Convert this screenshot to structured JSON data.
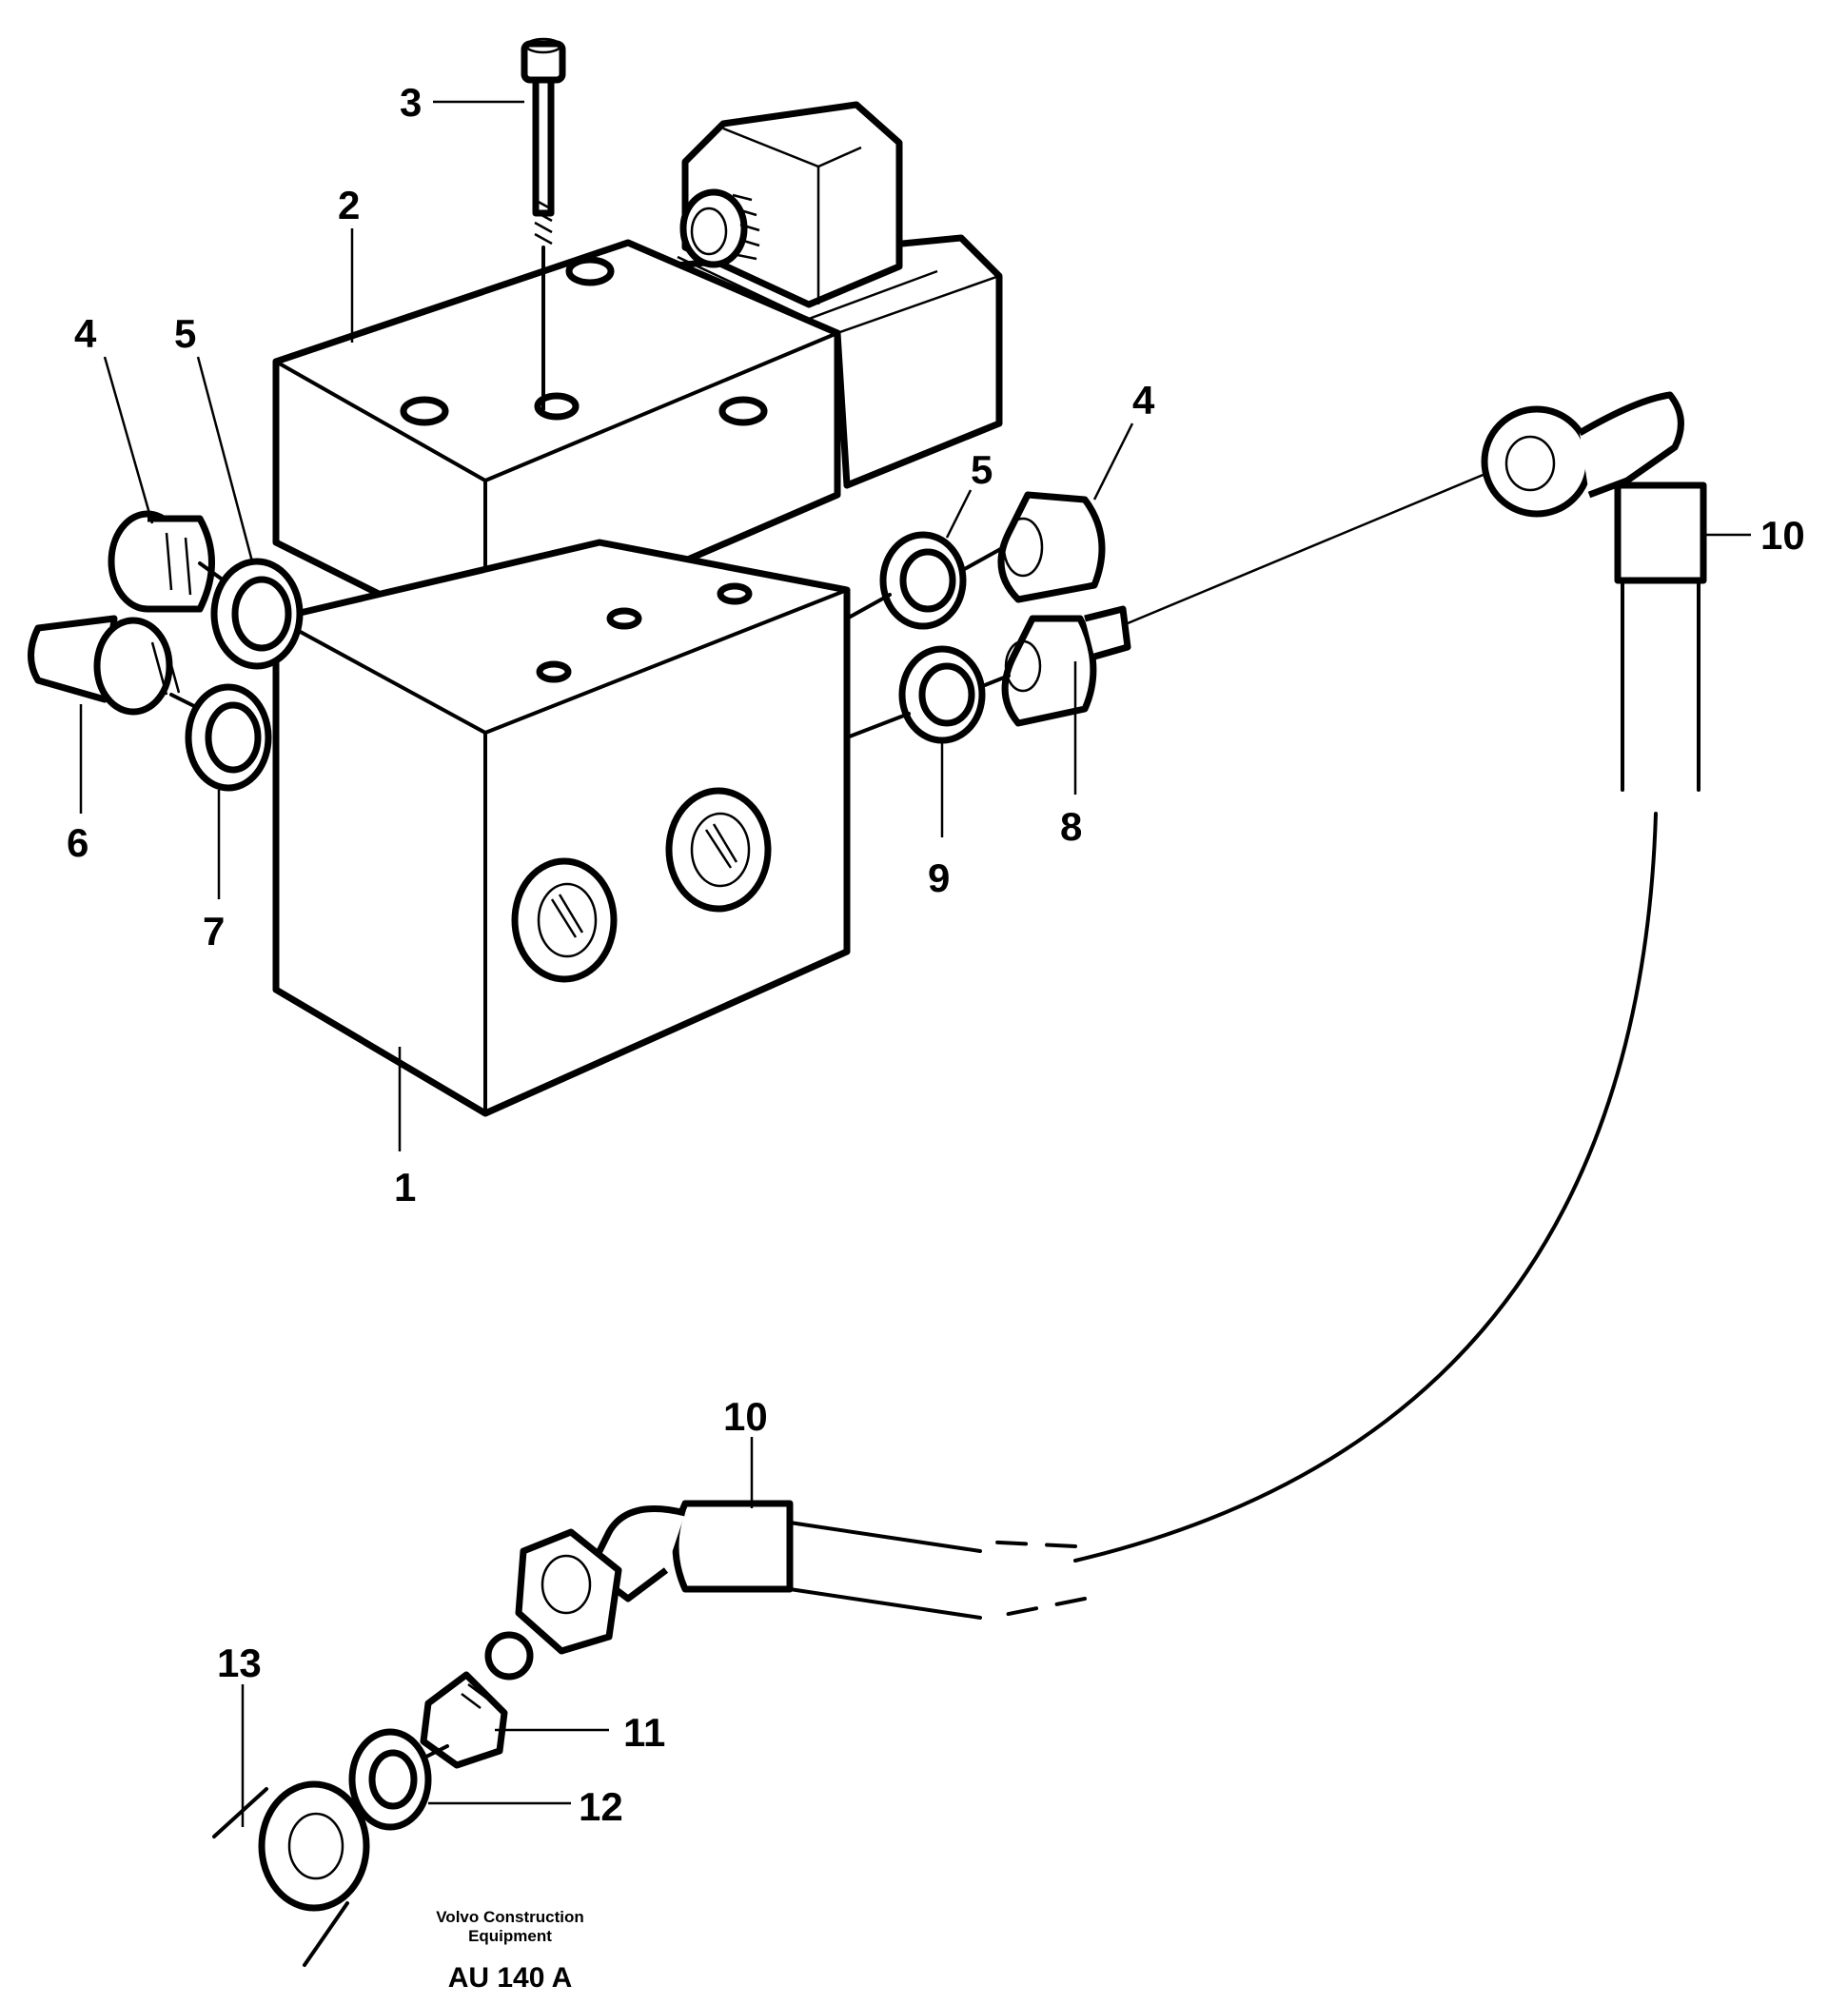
{
  "callouts": {
    "c1": "1",
    "c2": "2",
    "c3": "3",
    "c4a": "4",
    "c5a": "5",
    "c4b": "4",
    "c5b": "5",
    "c6": "6",
    "c7": "7",
    "c8": "8",
    "c9": "9",
    "c10a": "10",
    "c10b": "10",
    "c11": "11",
    "c12": "12",
    "c13": "13"
  },
  "credit": {
    "line1": "Volvo Construction",
    "line2": "Equipment",
    "code": "AU 140 A"
  }
}
